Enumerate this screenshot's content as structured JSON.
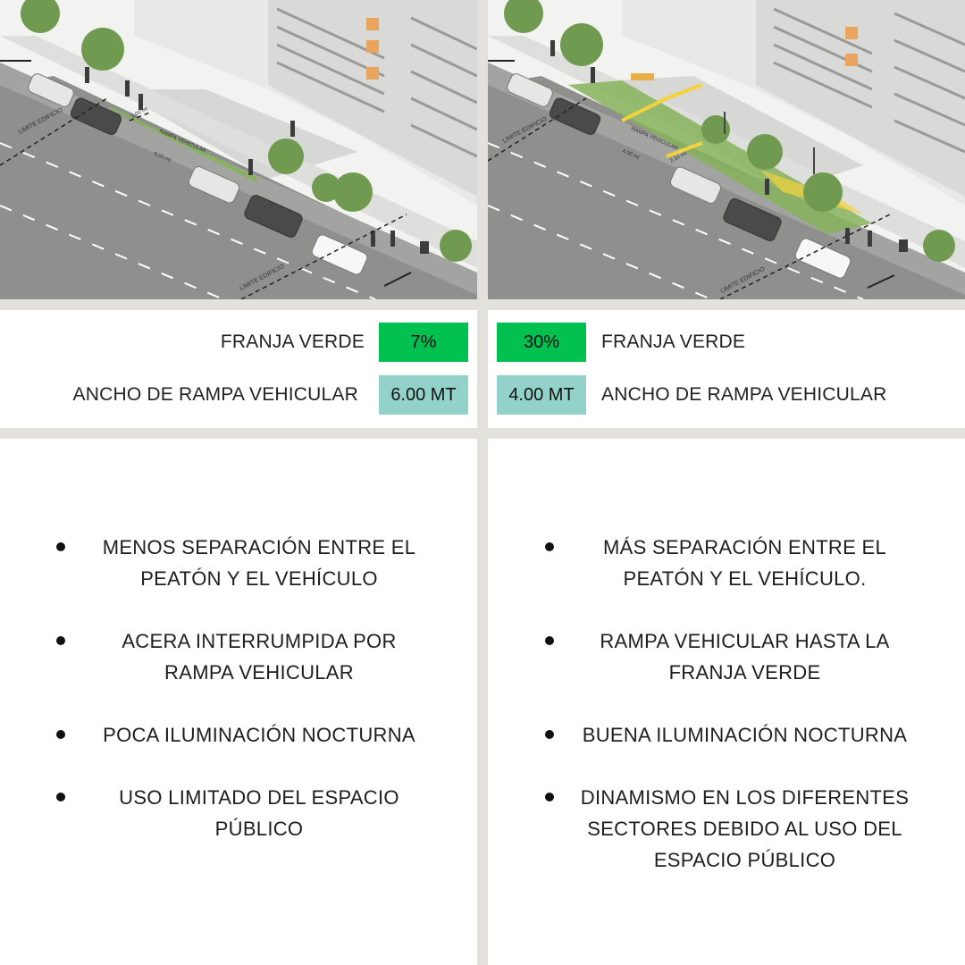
{
  "left": {
    "stats": [
      {
        "label": "FRANJA VERDE",
        "value": "7%"
      },
      {
        "label": "ANCHO DE RAMPA VEHICULAR",
        "value": "6.00 MT"
      }
    ],
    "bullets": [
      "MENOS SEPARACIÓN ENTRE EL PEATÓN Y EL VEHÍCULO",
      "ACERA INTERRUMPIDA POR RAMPA VEHICULAR",
      "POCA ILUMINACIÓN NOCTURNA",
      "USO LIMITADO DEL ESPACIO PÚBLICO"
    ],
    "illustration_labels": {
      "limite_a": "LIMITE EDIFICIO",
      "limite_b": "LIMITE EDIFICIO",
      "rampa": "RAMPA VEHICULAR",
      "medida_rampa": "6.00 mt",
      "medida_franja": "1.00 mt"
    }
  },
  "right": {
    "stats": [
      {
        "label": "FRANJA VERDE",
        "value": "30%"
      },
      {
        "label": "ANCHO DE RAMPA VEHICULAR",
        "value": "4.00 MT"
      }
    ],
    "bullets": [
      "MÁS SEPARACIÓN ENTRE EL PEATÓN Y EL VEHÍCULO.",
      "RAMPA VEHICULAR HASTA LA FRANJA VERDE",
      "BUENA ILUMINACIÓN NOCTURNA",
      "DINAMISMO EN LOS DIFERENTES SECTORES DEBIDO AL USO DEL ESPACIO PÚBLICO"
    ],
    "illustration_labels": {
      "limite_a": "LIMITE EDIFICIO",
      "limite_b": "LIMITE EDIFICIO",
      "rampa": "RAMPA VEHICULAR",
      "medida_rampa": "4.00 mt",
      "medida_franja": "2.10 mt"
    }
  },
  "colors": {
    "green": "#00c050",
    "teal": "#93d2c8",
    "separator": "#e2e1dc",
    "highlight": "#f3d23a"
  }
}
